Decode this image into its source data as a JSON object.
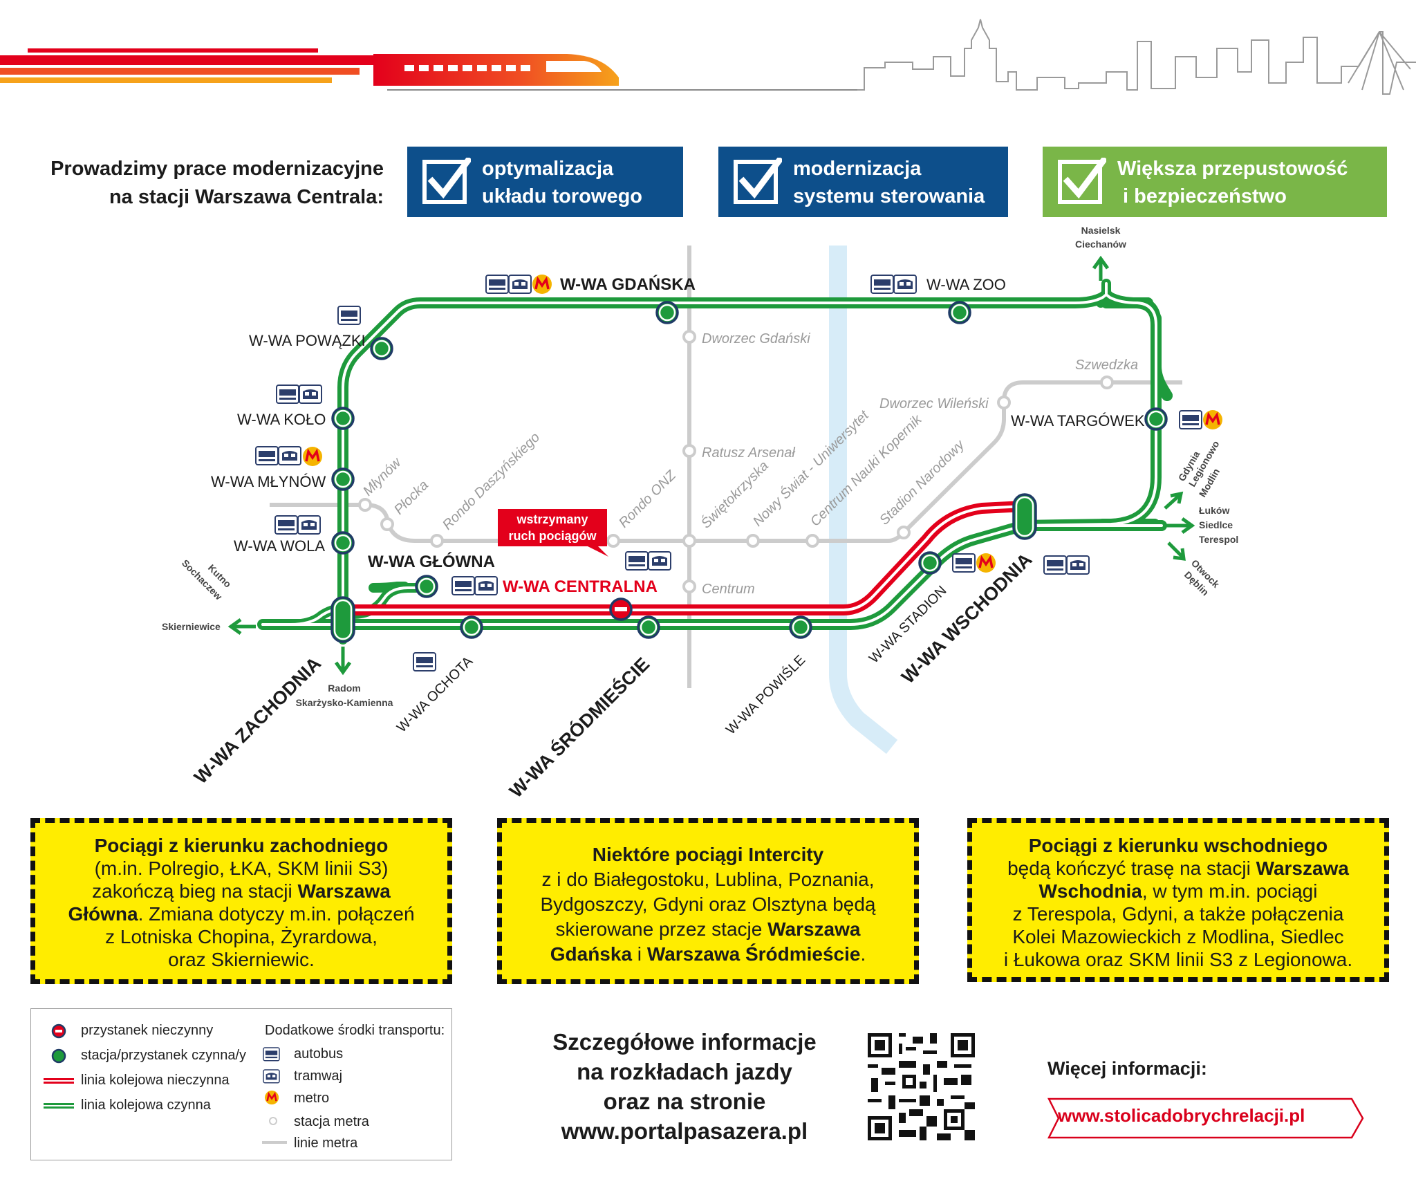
{
  "intro": {
    "line1": "Prowadzimy prace modernizacyjne",
    "line2": "na stacji Warszawa Centrala:"
  },
  "header_boxes": [
    {
      "line1": "optymalizacja",
      "line2": "układu torowego",
      "color": "#0d4f8b"
    },
    {
      "line1": "modernizacja",
      "line2": "systemu sterowania",
      "color": "#0d4f8b"
    },
    {
      "line1": "Większa przepustowość",
      "line2": " i bezpieczeństwo",
      "color": "#7ab648"
    }
  ],
  "colors": {
    "active_line": "#1e9a3c",
    "closed_line": "#e3001b",
    "metro_line": "#cccccc",
    "river": "#d7ecf8",
    "callout": "#e3001b",
    "info_bg": "#ffed00"
  },
  "stations": {
    "gdanska": "W-WA GDAŃSKA",
    "zoo": "W-WA ZOO",
    "powazki": "W-WA POWĄZKI",
    "kolo": "W-WA KOŁO",
    "mlynow": "W-WA MŁYNÓW",
    "wola": "W-WA WOLA",
    "glowna": "W-WA GŁÓWNA",
    "centralna": "W-WA CENTRALNA",
    "targowek": "W-WA TARGÓWEK",
    "zachodnia": "W-WA ZACHODNIA",
    "ochota": "W-WA OCHOTA",
    "srodmiescie": "W-WA ŚRÓDMIEŚCIE",
    "powisle": "W-WA POWIŚLE",
    "stadion": "W-WA STADION",
    "wschodnia": "W-WA WSCHODNIA"
  },
  "metro_stations": {
    "dworzec_gdanski": "Dworzec Gdański",
    "szwedzka": "Szwedzka",
    "dworzec_wilenski": "Dworzec Wileński",
    "ratusz": "Ratusz Arsenał",
    "mlynow": "Młynów",
    "plocka": "Płocka",
    "rondo_d": "Rondo Daszyńskiego",
    "rondo_onz": "Rondo ONZ",
    "swietokrzyska": "Świętokrzyska",
    "nowy_swiat": "Nowy Świat - Uniwersytet",
    "cnk": "Centrum Nauki Kopernik",
    "stadion_narodowy": "Stadion Narodowy",
    "centrum": "Centrum"
  },
  "callout": {
    "line1": "wstrzymany",
    "line2": "ruch pociągów"
  },
  "directions": {
    "nasielsk": "Nasielsk",
    "ciechanow": "Ciechanów",
    "gdynia": "Gdynia",
    "legionowo": "Legionowo",
    "modlin": "Modlin",
    "lukow": "Łuków",
    "siedlce": "Siedlce",
    "terespol": "Terespol",
    "otwock": "Otwock",
    "deblin": "Dęblin",
    "kutno": "Kutno",
    "sochaczew": "Sochaczew",
    "skierniewice": "Skierniewice",
    "radom": "Radom",
    "skarzysko": "Skarżysko-Kamienna"
  },
  "info_boxes": {
    "west": {
      "title": "Pociągi z kierunku zachodniego",
      "t1": "(m.in. Polregio, ŁKA, SKM linii S3)",
      "t2a": "zakończą bieg na stacji ",
      "t2b": "Warszawa",
      "t3a": "Główna",
      "t3b": ". Zmiana dotyczy m.in. połączeń",
      "t4": "z Lotniska Chopina, Żyrardowa,",
      "t5": "oraz Skierniewic."
    },
    "intercity": {
      "title": "Niektóre pociągi Intercity",
      "t1": "z i do Białegostoku, Lublina, Poznania,",
      "t2": "Bydgoszczy, Gdyni oraz Olsztyna będą",
      "t3a": "skierowane przez stacje ",
      "t3b": "Warszawa",
      "t4a": "Gdańska",
      "t4b": " i ",
      "t4c": "Warszawa Śródmieście",
      "t4d": "."
    },
    "east": {
      "title": "Pociągi z kierunku wschodniego",
      "t1a": "będą kończyć trasę na stacji ",
      "t1b": "Warszawa",
      "t2a": "Wschodnia",
      "t2b": ", w tym m.in. pociągi",
      "t3": "z Terespola, Gdyni, a także połączenia",
      "t4": "Kolei Mazowieckich z Modlina, Siedlec",
      "t5": "i Łukowa oraz SKM linii S3 z Legionowa."
    }
  },
  "legend": {
    "closed_stop": "przystanek nieczynny",
    "active_stop": "stacja/przystanek czynna/y",
    "closed_line": "linia kolejowa nieczynna",
    "active_line": "linia kolejowa czynna",
    "extra_title": "Dodatkowe środki transportu:",
    "bus": "autobus",
    "tram": "tramwaj",
    "metro": "metro",
    "metro_station": "stacja metra",
    "metro_lines": "linie metra"
  },
  "details": {
    "l1": "Szczegółowe informacje",
    "l2a": "na ",
    "l2b": "rozkładach jazdy",
    "l3": "oraz na stronie",
    "l4": "www.portalpasazera.pl"
  },
  "more_info": "Więcej informacji:",
  "url": "www.stolicadobrychrelacji.pl"
}
